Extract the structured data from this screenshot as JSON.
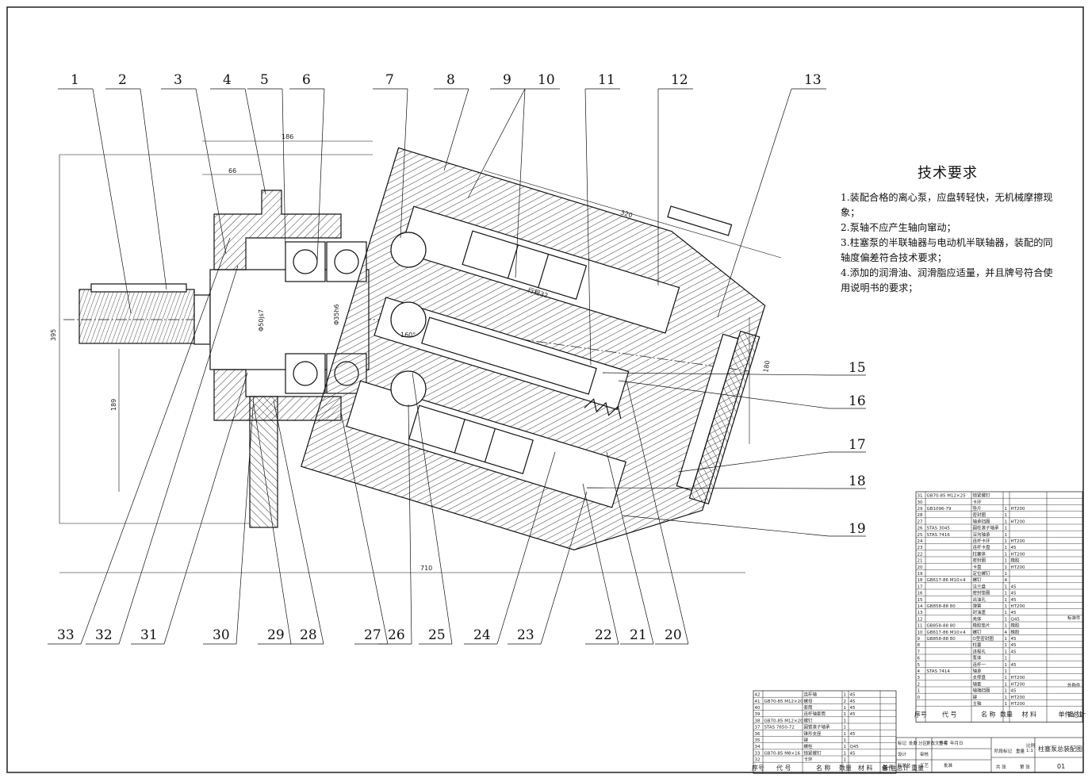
{
  "tech_requirements": {
    "title": "技术要求",
    "items": [
      "1.装配合格的离心泵，应盘转轻快，无机械摩擦现象；",
      "2.泵轴不应产生轴向窜动；",
      "3.柱塞泵的半联轴器与电动机半联轴器，装配的同轴度偏差符合技术要求；",
      "4.添加的润滑油、润滑脂应适量，并且牌号符合使用说明书的要求；"
    ]
  },
  "callouts_top": [
    "1",
    "2",
    "3",
    "4",
    "5",
    "6",
    "7",
    "8",
    "9",
    "10",
    "11",
    "12",
    "13"
  ],
  "callouts_right": [
    "15",
    "16",
    "17",
    "18",
    "19"
  ],
  "callouts_bottom": [
    "33",
    "32",
    "31",
    "30",
    "29",
    "28",
    "27",
    "26",
    "25",
    "24",
    "23",
    "22",
    "21",
    "20"
  ],
  "dimensions": {
    "overall_length": "710",
    "top_length": "186",
    "sub_length": "66",
    "height_left": "395",
    "height_inner": "189",
    "body_length": "320",
    "right_height": "180",
    "stroke_label": "行程32",
    "angle": "160°",
    "shaft_dia": "Φ50js7",
    "bore_dia": "Φ35h6"
  },
  "parts_list_right": {
    "rows": [
      {
        "no": "31",
        "code": "GB70-85 M12×25",
        "name": "锁紧螺钉",
        "qty": "",
        "mat": ""
      },
      {
        "no": "30",
        "code": "",
        "name": "卡环",
        "qty": "",
        "mat": ""
      },
      {
        "no": "29",
        "code": "GB1096-79",
        "name": "垫片",
        "qty": "1",
        "mat": "HT200"
      },
      {
        "no": "28",
        "code": "",
        "name": "密封圈",
        "qty": "1",
        "mat": ""
      },
      {
        "no": "27",
        "code": "",
        "name": "轴承挡圈",
        "qty": "1",
        "mat": "HT200"
      },
      {
        "no": "26",
        "code": "STAS 3045",
        "name": "圆柱滚子轴承",
        "qty": "1",
        "mat": ""
      },
      {
        "no": "25",
        "code": "STAS 7416",
        "name": "深沟轴承",
        "qty": "1",
        "mat": ""
      },
      {
        "no": "24",
        "code": "",
        "name": "连杆卡环",
        "qty": "1",
        "mat": "HT200"
      },
      {
        "no": "23",
        "code": "",
        "name": "连杆卡盘",
        "qty": "1",
        "mat": "45"
      },
      {
        "no": "22",
        "code": "",
        "name": "柱塞体",
        "qty": "1",
        "mat": "HT200"
      },
      {
        "no": "21",
        "code": "",
        "name": "密封圈",
        "qty": "1",
        "mat": "橡胶"
      },
      {
        "no": "20",
        "code": "",
        "name": "卡盘",
        "qty": "1",
        "mat": "HT200"
      },
      {
        "no": "19",
        "code": "",
        "name": "定位螺钉",
        "qty": "1",
        "mat": ""
      },
      {
        "no": "18",
        "code": "GB617-86 M10×4",
        "name": "螺钉",
        "qty": "4",
        "mat": ""
      },
      {
        "no": "17",
        "code": "",
        "name": "法兰盘",
        "qty": "1",
        "mat": "45"
      },
      {
        "no": "16",
        "code": "",
        "name": "密封垫圈",
        "qty": "1",
        "mat": "45"
      },
      {
        "no": "15",
        "code": "",
        "name": "出油孔",
        "qty": "1",
        "mat": "45"
      },
      {
        "no": "14",
        "code": "GB858-88 80",
        "name": "弹簧",
        "qty": "1",
        "mat": "HT200"
      },
      {
        "no": "13",
        "code": "",
        "name": "封油盖",
        "qty": "1",
        "mat": "45"
      },
      {
        "no": "12",
        "code": "",
        "name": "壳体",
        "qty": "1",
        "mat": "Q45"
      },
      {
        "no": "11",
        "code": "GB858-88 80",
        "name": "橡胶垫片",
        "qty": "1",
        "mat": "橡胶"
      },
      {
        "no": "10",
        "code": "GB617-86 M10×4",
        "name": "螺钉",
        "qty": "4",
        "mat": "橡胶"
      },
      {
        "no": "9",
        "code": "GB858-88 80",
        "name": "O型密封圈",
        "qty": "1",
        "mat": "45"
      },
      {
        "no": "8",
        "code": "",
        "name": "柱塞",
        "qty": "1",
        "mat": "45"
      },
      {
        "no": "7",
        "code": "",
        "name": "进程孔",
        "qty": "1",
        "mat": "45"
      },
      {
        "no": "6",
        "code": "",
        "name": "泵体",
        "qty": "1",
        "mat": ""
      },
      {
        "no": "5",
        "code": "",
        "name": "连杆一",
        "qty": "1",
        "mat": "45"
      },
      {
        "no": "4",
        "code": "STAS 7414",
        "name": "轴承",
        "qty": "1",
        "mat": ""
      },
      {
        "no": "3",
        "code": "",
        "name": "支撑盘",
        "qty": "1",
        "mat": "HT200"
      },
      {
        "no": "2",
        "code": "",
        "name": "轴套",
        "qty": "1",
        "mat": "HT200"
      },
      {
        "no": "1",
        "code": "",
        "name": "轴端挡圈",
        "qty": "1",
        "mat": "45"
      },
      {
        "no": "0",
        "code": "",
        "name": "键",
        "qty": "1",
        "mat": "HT200"
      },
      {
        "no": "",
        "code": "",
        "name": "主轴",
        "qty": "1",
        "mat": "HT200"
      }
    ],
    "header": [
      "序号",
      "代 号",
      "名 称",
      "数量",
      "材 料",
      "单件 总计 重量",
      "备 注"
    ],
    "side_notes": [
      "标准件",
      "外购件"
    ]
  },
  "parts_list_left": {
    "rows": [
      {
        "no": "42",
        "code": "",
        "name": "连杆轴",
        "qty": "1",
        "mat": "45"
      },
      {
        "no": "41",
        "code": "GB70-85 M12×20",
        "name": "螺母",
        "qty": "2",
        "mat": "45"
      },
      {
        "no": "40",
        "code": "",
        "name": "套筒",
        "qty": "1",
        "mat": "45"
      },
      {
        "no": "39",
        "code": "",
        "name": "连杆轴套筒",
        "qty": "1",
        "mat": "45"
      },
      {
        "no": "38",
        "code": "GB70-85 M12×20",
        "name": "螺钉",
        "qty": "1",
        "mat": ""
      },
      {
        "no": "37",
        "code": "STAS 7650-72",
        "name": "圆锥滚子轴承",
        "qty": "1",
        "mat": ""
      },
      {
        "no": "36",
        "code": "",
        "name": "锥形支座",
        "qty": "1",
        "mat": "45"
      },
      {
        "no": "35",
        "code": "",
        "name": "键",
        "qty": "1",
        "mat": ""
      },
      {
        "no": "34",
        "code": "",
        "name": "螺栓",
        "qty": "1",
        "mat": "Q45"
      },
      {
        "no": "33",
        "code": "GB70-85 M8×16",
        "name": "锁紧螺钉",
        "qty": "1",
        "mat": "45"
      },
      {
        "no": "32",
        "code": "",
        "name": "卡环",
        "qty": "1",
        "mat": ""
      }
    ],
    "header": [
      "序号",
      "代 号",
      "名 称",
      "数量",
      "材 料",
      "单件 总计 重量",
      "备 注"
    ]
  },
  "title_block": {
    "drawing_title": "柱塞泵总装配图",
    "drawing_no": "01",
    "fields": [
      "标记",
      "处数",
      "分区",
      "更改文件号",
      "签名",
      "年月日",
      "设计",
      "标准化",
      "审核",
      "工艺",
      "批准",
      "阶段标记",
      "重量",
      "比例",
      "共 张",
      "第 张"
    ],
    "scale": "1:1"
  }
}
